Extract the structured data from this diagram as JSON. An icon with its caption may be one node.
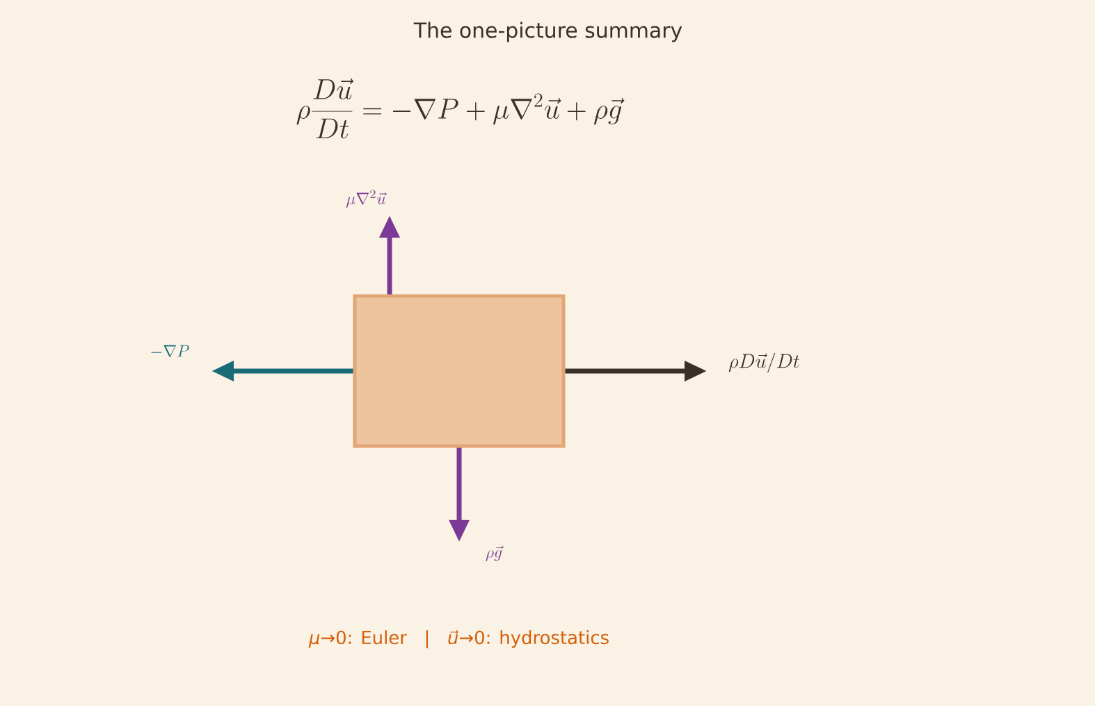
{
  "diagram": {
    "title": "The one-picture summary",
    "nodes": [
      {
        "text": [],
        "shape": "box"
      }
    ],
    "edges": [],
    "labels": [
      "\\rho\\frac{D\\vec{u}}{Dt} = -\\nabla P + \\mu\\nabla^2\\vec{u} + \\rho\\vec{g}",
      "\\mu\\nabla^2\\vec{u}",
      "-\\nabla P",
      "\\rho D\\vec{u}/Dt",
      "\\rho\\vec{g}"
    ],
    "caption": "*μ*→0: Euler   |   *u⃗*→0: hydrostatics"
  }
}
